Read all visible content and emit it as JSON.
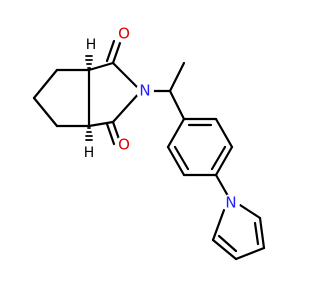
{
  "colors": {
    "oxygen": "#e00000",
    "nitrogen": "#2020ff",
    "carbon": "#000000"
  },
  "atoms": {
    "o_top": "O",
    "o_bottom": "O",
    "n_imide": "N",
    "n_pyrrole": "N",
    "h_top": "H",
    "h_bottom": "H"
  }
}
